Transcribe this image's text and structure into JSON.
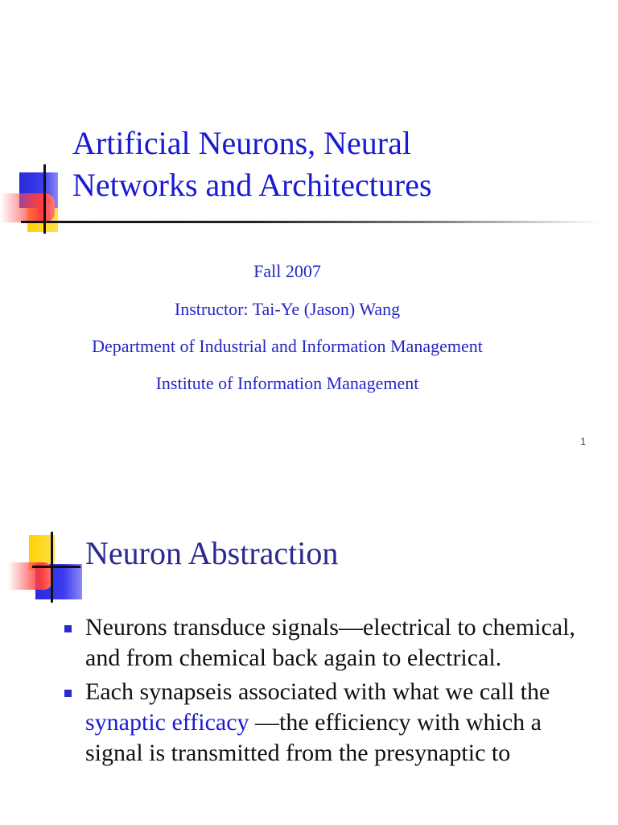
{
  "slide1": {
    "title_line1": "Artificial Neurons, Neural",
    "title_line2": "Networks and Architectures",
    "term": "Fall 2007",
    "instructor": "Instructor: Tai-Ye (Jason) Wang",
    "department": "Department of Industrial and Information Management",
    "institute": "Institute of Information Management",
    "page_number": "1"
  },
  "slide2": {
    "title": "Neuron Abstraction",
    "bullet1": "Neurons transduce signals—electrical to chemical, and from chemical back again to electrical.",
    "bullet2_before": "Each synapseis associated with what we call the ",
    "bullet2_highlight": "synaptic efficacy",
    "bullet2_after": " —the efficiency with which a signal is transmitted from the presynaptic to"
  },
  "colors": {
    "title_blue": "#1a1ad4",
    "subtitle_blue": "#2626c6",
    "slide2_title": "#2a2a90",
    "logo_yellow": "#ffd000",
    "logo_blue": "#2a2ad8",
    "logo_red": "#ff3c3c"
  }
}
